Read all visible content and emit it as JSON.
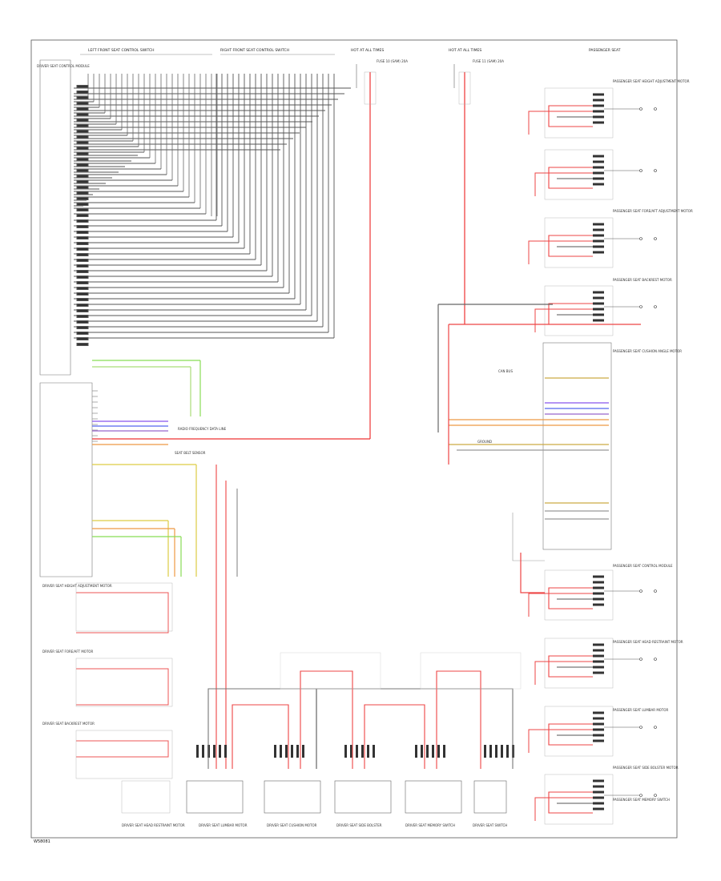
{
  "diagram": {
    "top_headers": {
      "left_switch": "LEFT FRONT SEAT CONTROL SWITCH",
      "right_switch": "RIGHT FRONT SEAT CONTROL SWITCH",
      "left_fuse": "HOT AT ALL TIMES",
      "right_fuse": "HOT AT ALL TIMES",
      "left_fuse_desc": "FUSE 10 (SAM) 20A",
      "right_fuse_desc": "FUSE 11 (SAM) 20A",
      "top_right": "PASSENGER SEAT",
      "left_module": "DRIVER SEAT CONTROL MODULE"
    },
    "right_components": [
      "PASSENGER SEAT HEIGHT ADJUSTMENT MOTOR",
      "PASSENGER SEAT FORE/AFT ADJUSTMENT MOTOR",
      "PASSENGER SEAT BACKREST MOTOR",
      "PASSENGER SEAT CUSHION ANGLE MOTOR",
      "PASSENGER SEAT CONTROL MODULE",
      "PASSENGER SEAT HEAD RESTRAINT MOTOR",
      "PASSENGER SEAT LUMBAR MOTOR",
      "PASSENGER SEAT SIDE BOLSTER MOTOR",
      "PASSENGER SEAT MEMORY SWITCH"
    ],
    "left_components": [
      "DRIVER SEAT HEIGHT ADJUSTMENT MOTOR",
      "DRIVER SEAT FORE/AFT MOTOR",
      "DRIVER SEAT BACKREST MOTOR"
    ],
    "bottom_components": [
      "DRIVER SEAT HEAD RESTRAINT MOTOR",
      "DRIVER SEAT LUMBAR MOTOR",
      "DRIVER SEAT CUSHION MOTOR",
      "DRIVER SEAT SIDE BOLSTER",
      "DRIVER SEAT MEMORY SWITCH",
      "DRIVER SEAT SWITCH"
    ],
    "center_labels": [
      "RADIO FREQUENCY DATA LINE",
      "SEAT BELT SENSOR",
      "CAN BUS",
      "GROUND"
    ],
    "footer_code": "W58081"
  }
}
